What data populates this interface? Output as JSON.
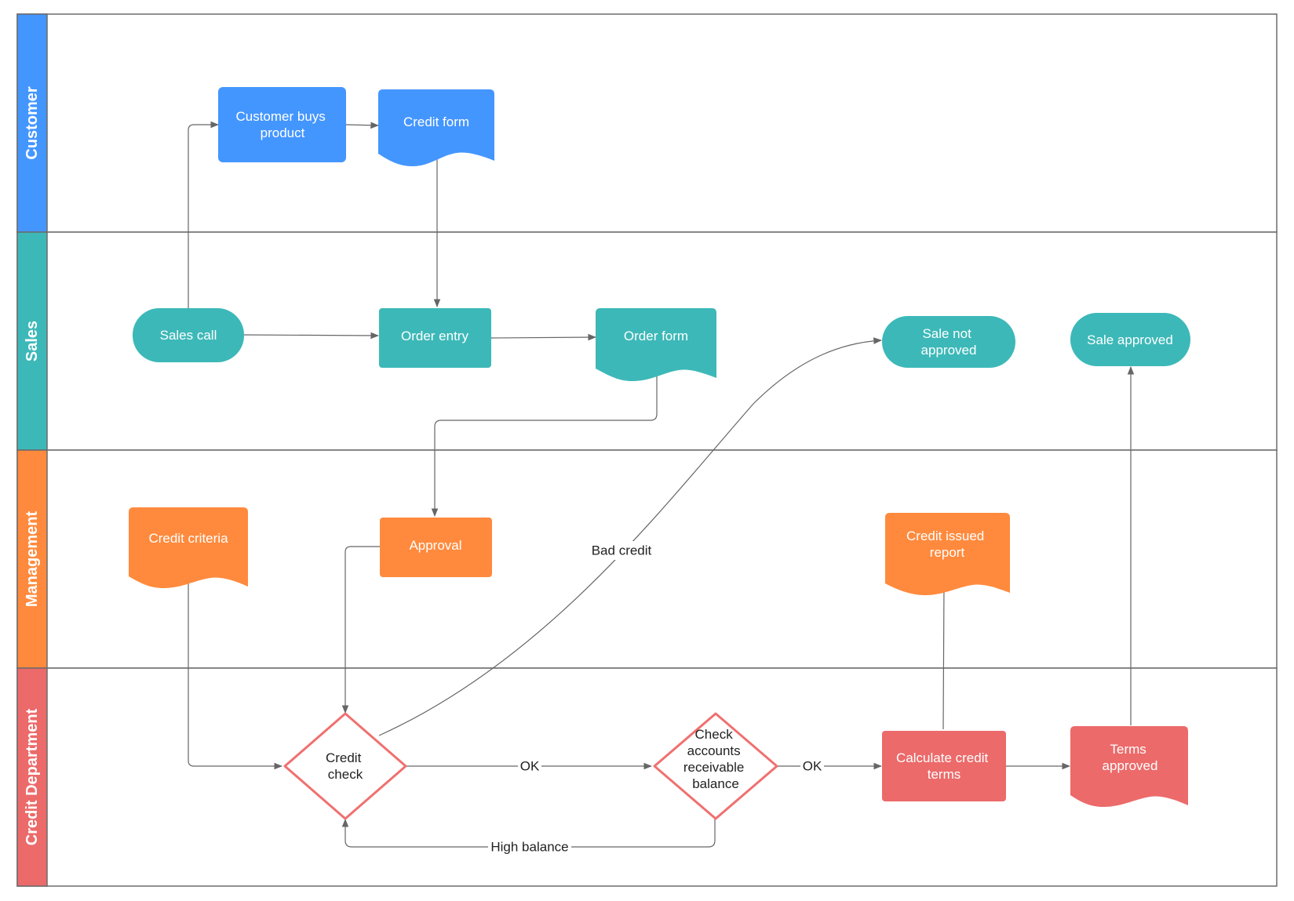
{
  "colors": {
    "customer": "#4496FF",
    "sales": "#3DB8B8",
    "management": "#FF8A3D",
    "credit": "#EC6A6A",
    "decision_stroke": "#F07070",
    "edge": "#666666"
  },
  "lanes": {
    "customer": "Customer",
    "sales": "Sales",
    "management": "Management",
    "credit": "Credit Department"
  },
  "nodes": {
    "customer_buys": [
      "Customer buys",
      "product"
    ],
    "credit_form": [
      "Credit form"
    ],
    "sales_call": [
      "Sales call"
    ],
    "order_entry": [
      "Order entry"
    ],
    "order_form": [
      "Order form"
    ],
    "sale_not_approved": [
      "Sale not",
      "approved"
    ],
    "sale_approved": [
      "Sale approved"
    ],
    "credit_criteria": [
      "Credit criteria"
    ],
    "approval": [
      "Approval"
    ],
    "credit_issued_report": [
      "Credit issued",
      "report"
    ],
    "credit_check": [
      "Credit",
      "check"
    ],
    "check_ar": [
      "Check",
      "accounts",
      "receivable",
      "balance"
    ],
    "calc_terms": [
      "Calculate credit",
      "terms"
    ],
    "terms_approved": [
      "Terms",
      "approved"
    ]
  },
  "edge_labels": {
    "ok1": "OK",
    "ok2": "OK",
    "high_balance": "High balance",
    "bad_credit": "Bad credit"
  }
}
